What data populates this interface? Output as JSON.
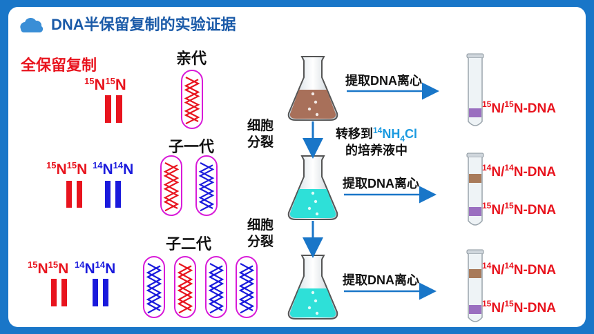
{
  "title": "DNA半保留复制的实验证据",
  "model_label": "全保留复制",
  "generations": [
    "亲代",
    "子一代",
    "子二代"
  ],
  "parent_formula": {
    "sup1": "15",
    "n1": "N",
    "sup2": "15",
    "n2": "N"
  },
  "gen1_formula_red": {
    "sup1": "15",
    "n1": "N",
    "sup2": "15",
    "n2": "N"
  },
  "gen1_formula_blue": {
    "sup1": "14",
    "n1": "N",
    "sup2": "14",
    "n2": "N"
  },
  "gen2_formula_red": {
    "sup1": "15",
    "n1": "N",
    "sup2": "15",
    "n2": "N"
  },
  "gen2_formula_blue": {
    "sup1": "14",
    "n1": "N",
    "sup2": "14",
    "n2": "N"
  },
  "cell_division": [
    "细胞",
    "分裂"
  ],
  "transfer_text": {
    "line1_pre": "转移到",
    "sup": "14",
    "mid": "NH",
    "sub": "4",
    "post": "Cl",
    "line2": "的培养液中"
  },
  "extract_label": "提取DNA离心",
  "band_labels": {
    "heavy": {
      "sup1": "15",
      "mid": "N/",
      "sup2": "15",
      "post": "N-DNA"
    },
    "light": {
      "sup1": "14",
      "mid": "N/",
      "sup2": "14",
      "post": "N-DNA"
    }
  },
  "colors": {
    "red": "#e8141e",
    "blue": "#1a1adc",
    "frame": "#1976c8",
    "heavy_band": "#9a6fc0",
    "light_band": "#a87a5a",
    "title": "#1a5aa8",
    "magenta": "#d81ad8"
  }
}
